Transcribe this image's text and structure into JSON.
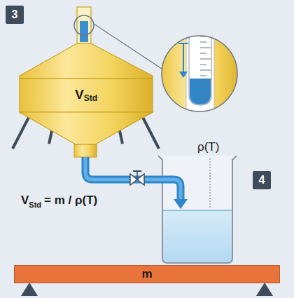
{
  "diagram": {
    "nodes": [
      {
        "text": [
          "3"
        ]
      },
      {
        "text": [
          "V",
          "Std"
        ]
      },
      {
        "text": [
          "4"
        ]
      },
      {
        "text": [
          "m"
        ]
      }
    ],
    "labels": [
      "ρ(T)",
      "V",
      "Std",
      "= m / ρ(T)"
    ]
  }
}
